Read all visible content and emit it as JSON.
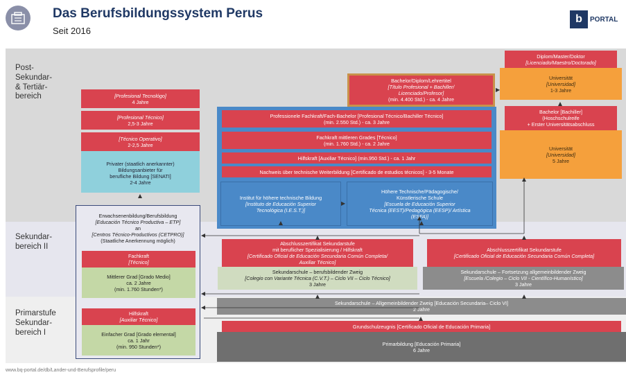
{
  "header": {
    "title": "Das Berufsbildungssystem Perus",
    "subtitle": "Seit 2016",
    "logo_text": "PORTAL"
  },
  "bands": {
    "tertiary": "Post-\nSekundar-\n& Tertiär-\nbereich",
    "secondary2": "Sekundar-\nbereich II",
    "primary": "Primarstufe\nSekundar-\nbereich I"
  },
  "boxes": {
    "prof_tecnologo": [
      "[Profesional Tecnológo]",
      "4 Jahre"
    ],
    "prof_tecnico": [
      "[Profesional Técnico]",
      "2,5-3 Jahre"
    ],
    "tecnico_operativo": [
      "[Técnico Operativo]",
      "2-2,5 Jahre"
    ],
    "senati": [
      "Privater (staatlich anerkannter)",
      "Bildungsanbieter für",
      "berufliche Bildung [SENATI]",
      "2-4 Jahre"
    ],
    "bachelor_lehrer": [
      "Bachelor/Diplom/Lehrertitel",
      "[Título Profesional + Bachiller/",
      "Licenciado/Profesor]",
      "(min. 4.400 Std.) - ca. 4 Jahre"
    ],
    "diplom_master": [
      "Diplom/Master/Doktor",
      "[Licenciado/Maestro/Doctorado]"
    ],
    "universitaet_1": [
      "Universität",
      "[Universidad]",
      "1-3 Jahre"
    ],
    "bachelor_hoch": [
      "Bachelor [Bachiller]",
      "(Hoschschulreife",
      "+ Erster Universitätsabschluss"
    ],
    "universitaet_2": [
      "Universität",
      "[Universidad]",
      "5 Jahre"
    ],
    "fachkraft_bachelor": [
      "Professionele Fachkraft/Fach-Bachelor [Profesional Técnico/Bachiller Técnico]",
      "(min. 2.550 Std.) - ca. 3 Jahre"
    ],
    "fachkraft_mittleren": [
      "Fachkraft mittleren Grades [Técnico]",
      "(min. 1.760 Std.) - ca. 2 Jahre"
    ],
    "hilfskraft_top": [
      "Hilfskraft [Auxiliar Técnico] (min.950 Std.) - ca. 1 Jahr"
    ],
    "nachweis": [
      "Nachweis über technische Weiterbildung [Certificado de estudios técnicos] - 3-5 Monate"
    ],
    "iest": [
      "Institut für höhere technische Bildung",
      "[Instituto de Educación Superior",
      "Tecnológica (I.E.S.T.)]"
    ],
    "hoehere_schule": [
      "Höhere Technische/Pädagogische/",
      "Künstlerische Schule",
      "[Escuela de Educación Superior",
      "Técnica (EEST)/Pedagógica (EESP)/ Artística",
      "(ESFA)]"
    ],
    "erwachsenen": [
      "Erwachsenenbildung/Berufsbildung",
      "[Educación Técnico Productiva – ETP]",
      "an",
      "[Centros Técnico-Productivos (CETPRO)]",
      "(Staatliche Anerkennung möglich)"
    ],
    "fachkraft_tecnico": [
      "Fachkraft",
      "[Técnico]"
    ],
    "mittlerer_grad": [
      "Mittlerer Grad [Grado Medio]",
      "ca. 2 Jahre",
      "(min. 1.760 Stunden*)"
    ],
    "hilfskraft_aux": [
      "Hilfskraft",
      "[Auxiliar Técnico]"
    ],
    "einfacher_grad": [
      "Einfacher Grad [Grado elemental]",
      "ca. 1 Jahr",
      "(min. 950 Stunden*)"
    ],
    "abschluss_spez": [
      "Abschlusszertifikat Sekundarstufe",
      "mit beruflicher Spezialisierung / Hilfskraft",
      "[Certificado Oficial de Educación Secundaria Común Completa/",
      "Auxiliar Técnico]"
    ],
    "abschluss_sek": [
      "Abschlusszertifikat Sekundarstufe",
      "[Certificado Oficial de Educación Secundaria Común Completa]"
    ],
    "sek_beruf": [
      "Sekundarschule – berufsbildender Zweig",
      "[Colegio con Variante Técnica (C.V.T.) – Ciclo VII – Ciclo Técnico]",
      "3 Jahre"
    ],
    "sek_allg_fort": [
      "Sekundarschule – Fortsetzung allgemeinbildender Zweig",
      "[Escuela /Colegio – Ciclo VII - Científico-Humanístico]",
      "3 Jahre"
    ],
    "sek_allg": [
      "Sekundarschule – Allgemeinbildender Zweig [Educación Secundaria– Ciclo VI]",
      "2 Jahre"
    ],
    "grundschulzeugnis": [
      "Grundschulzeugnis [Certificado Oficial de Educación Primaria]"
    ],
    "primarbildung": [
      "Primarbildung [Educación Primaria]",
      "6 Jahre"
    ]
  },
  "footer": {
    "source": "www.bq-portal.de/db/Lander-und-Berufsprofile/peru"
  },
  "colors": {
    "red": "#d9434f",
    "orange": "#f5a03c",
    "teal": "#8fd0dc",
    "blue": "#4a89c8",
    "green": "#c4d8a6",
    "grey": "#8c8c8c",
    "band_tertiary": "#d9d9d9",
    "band_secondary": "#e6e6ee",
    "band_primary": "#efefef",
    "title": "#1f3864"
  }
}
